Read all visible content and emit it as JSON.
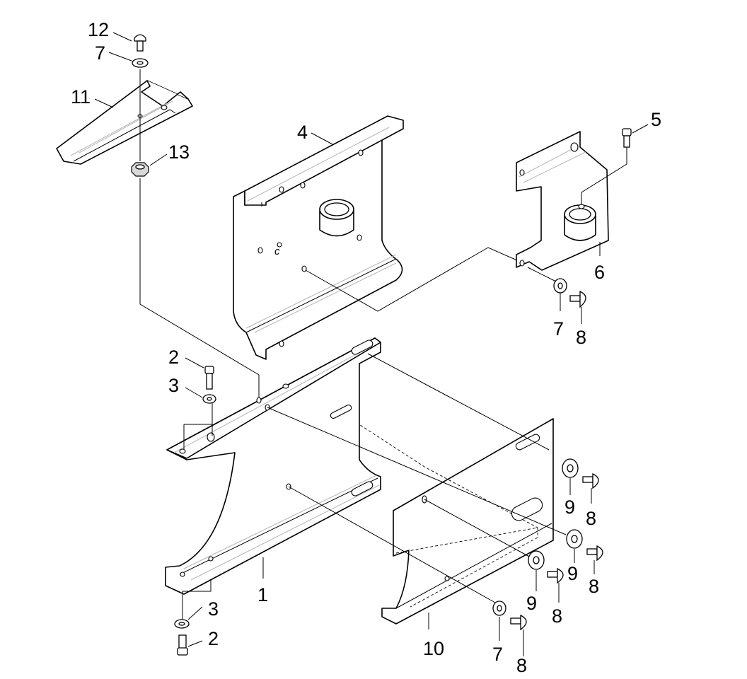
{
  "callouts": {
    "c12": "12",
    "c7_top": "7",
    "c11": "11",
    "c13": "13",
    "c4": "4",
    "c5": "5",
    "c6": "6",
    "c7_right": "7",
    "c8_right": "8",
    "c2_top": "2",
    "c3_top": "3",
    "c1": "1",
    "c3_bottom": "3",
    "c2_bottom": "2",
    "c10": "10",
    "c9_a": "9",
    "c8_a": "8",
    "c9_b": "9",
    "c8_b": "8",
    "c9_c": "9",
    "c8_c": "8",
    "c7_bottom": "7",
    "c8_bottom": "8"
  }
}
